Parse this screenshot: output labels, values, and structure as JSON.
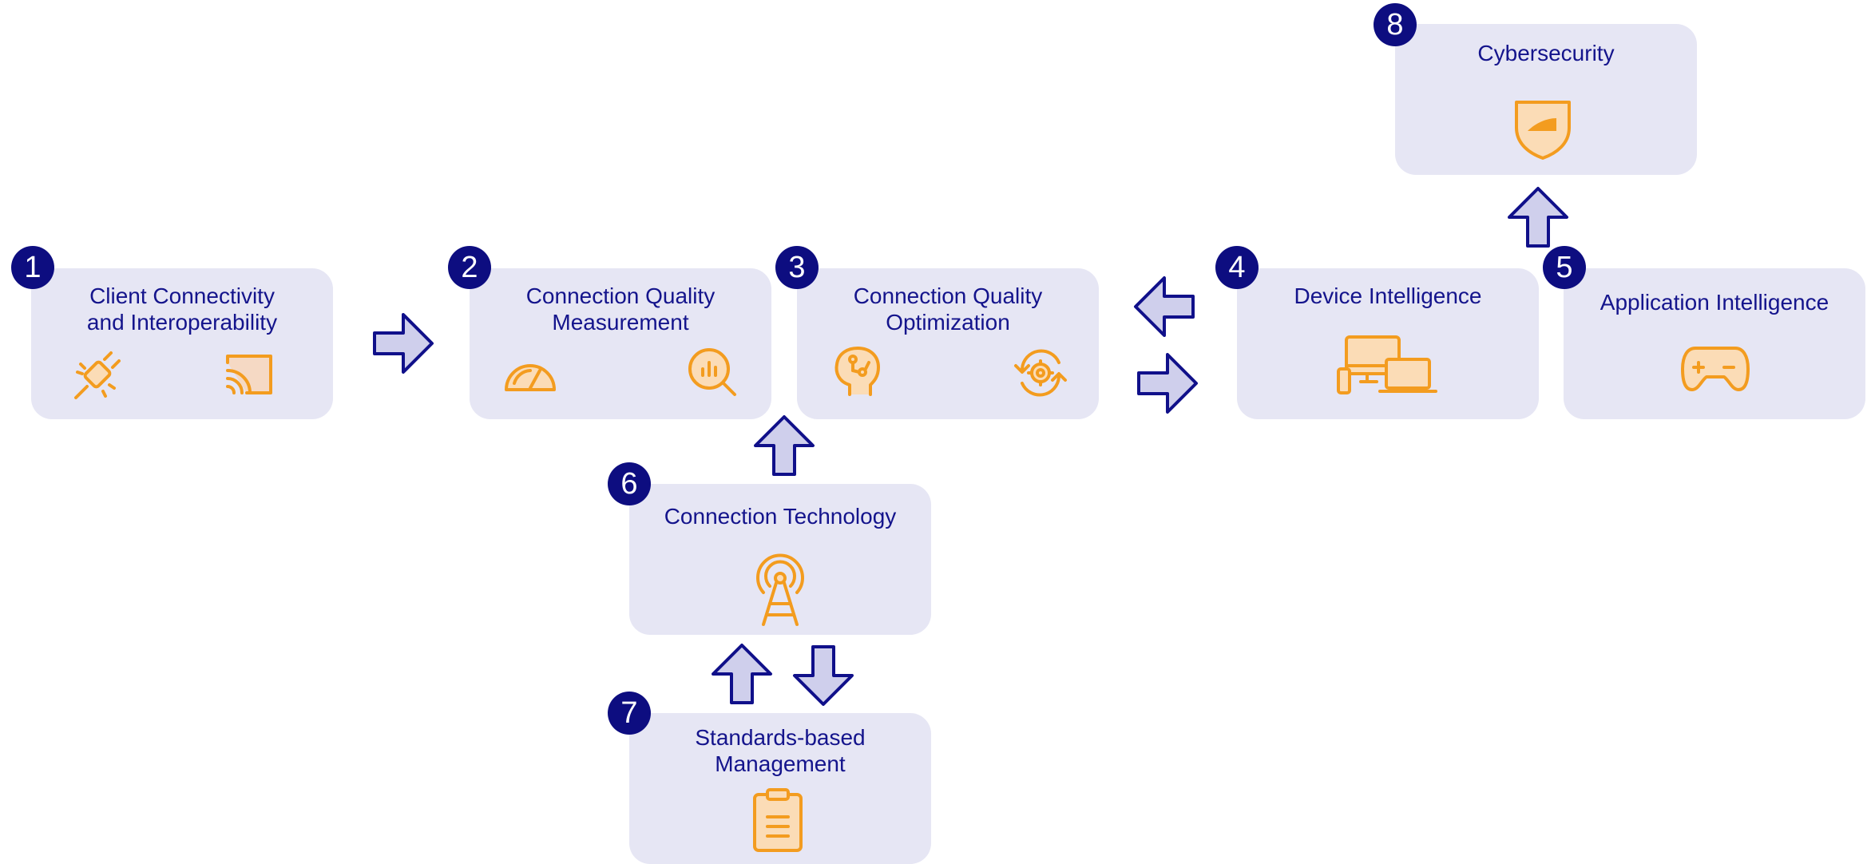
{
  "colors": {
    "card_bg": "#e6e6f4",
    "badge_bg": "#0d0d80",
    "title_text": "#14148c",
    "icon_orange": "#f39c1f",
    "icon_fill": "#fbdcb6",
    "arrow_fill": "#cfcfec",
    "arrow_stroke": "#10108a"
  },
  "nodes": [
    {
      "number": "1",
      "title": "Client Connectivity\nand Interoperability",
      "icons": [
        "plug-disconnected-icon",
        "cast-screen-icon"
      ]
    },
    {
      "number": "2",
      "title": "Connection Quality\nMeasurement",
      "icons": [
        "speedometer-icon",
        "magnifier-chart-icon"
      ]
    },
    {
      "number": "3",
      "title": "Connection Quality\nOptimization",
      "icons": [
        "head-circuit-icon",
        "gear-refresh-icon"
      ]
    },
    {
      "number": "4",
      "title": "Device Intelligence",
      "icons": [
        "devices-icon"
      ]
    },
    {
      "number": "5",
      "title": "Application Intelligence",
      "icons": [
        "gamepad-icon"
      ]
    },
    {
      "number": "6",
      "title": "Connection Technology",
      "icons": [
        "radio-tower-icon"
      ]
    },
    {
      "number": "7",
      "title": "Standards-based\nManagement",
      "icons": [
        "clipboard-icon"
      ]
    },
    {
      "number": "8",
      "title": "Cybersecurity",
      "icons": [
        "shield-icon"
      ]
    }
  ],
  "connections": [
    {
      "from": "1",
      "to": "2",
      "direction": "right"
    },
    {
      "from": "3",
      "to": "4",
      "direction": "right"
    },
    {
      "from": "4",
      "to": "3",
      "direction": "left"
    },
    {
      "from": "6",
      "to": "2",
      "direction": "up"
    },
    {
      "from": "7",
      "to": "6",
      "direction": "up"
    },
    {
      "from": "6",
      "to": "7",
      "direction": "down"
    },
    {
      "from": "5",
      "to": "8",
      "direction": "up"
    }
  ]
}
